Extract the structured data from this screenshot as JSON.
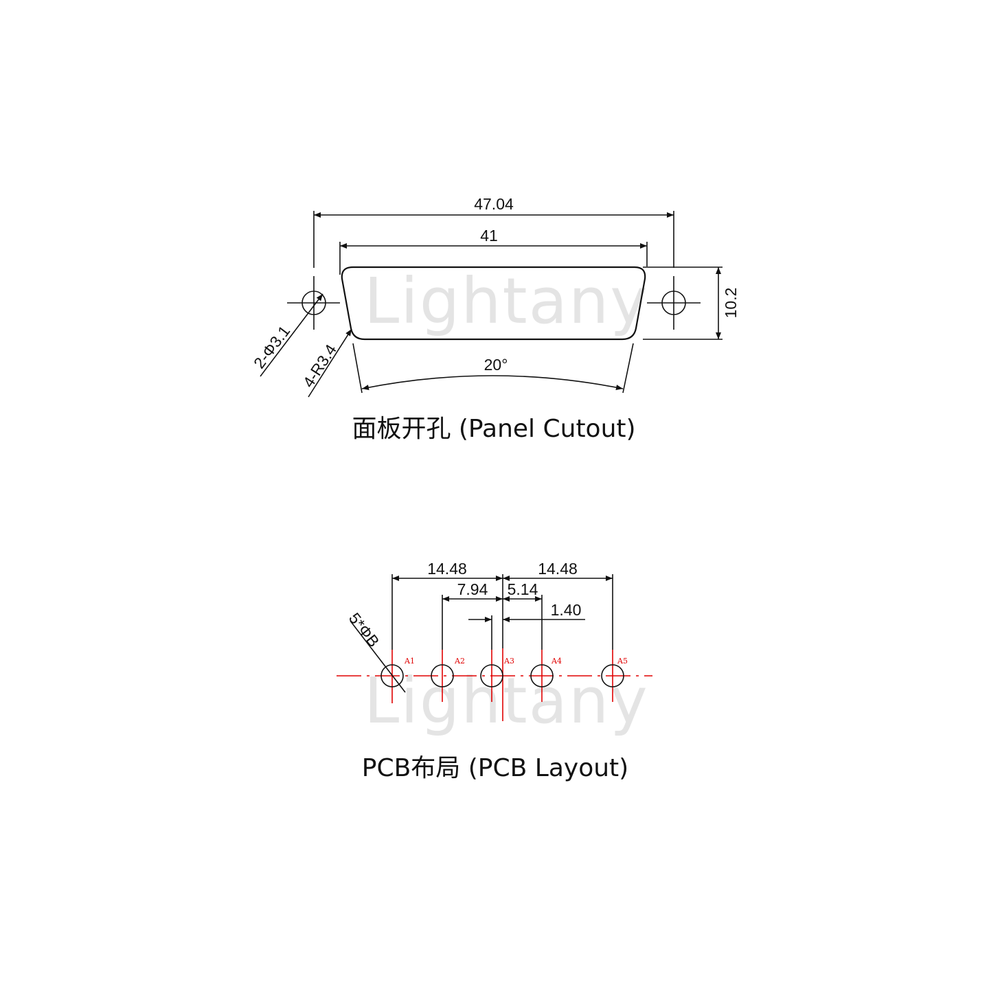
{
  "watermark": "Lightany",
  "panel_cutout": {
    "caption": "面板开孔 (Panel Cutout)",
    "dim_overall": "47.04",
    "dim_body": "41",
    "dim_height": "10.2",
    "dim_hole": "2-Φ3.1",
    "dim_radius": "4-R3.4",
    "dim_angle": "20°"
  },
  "pcb_layout": {
    "caption": "PCB布局 (PCB Layout)",
    "dim_left": "14.48",
    "dim_right": "14.48",
    "dim_a2": "7.94",
    "dim_a4": "5.14",
    "dim_offset": "1.40",
    "dim_hole": "5*ΦB",
    "pins": [
      "A1",
      "A2",
      "A3",
      "A4",
      "A5"
    ]
  },
  "colors": {
    "line": "#111111",
    "centerline": "#e00000",
    "watermark": "#e4e4e4"
  }
}
